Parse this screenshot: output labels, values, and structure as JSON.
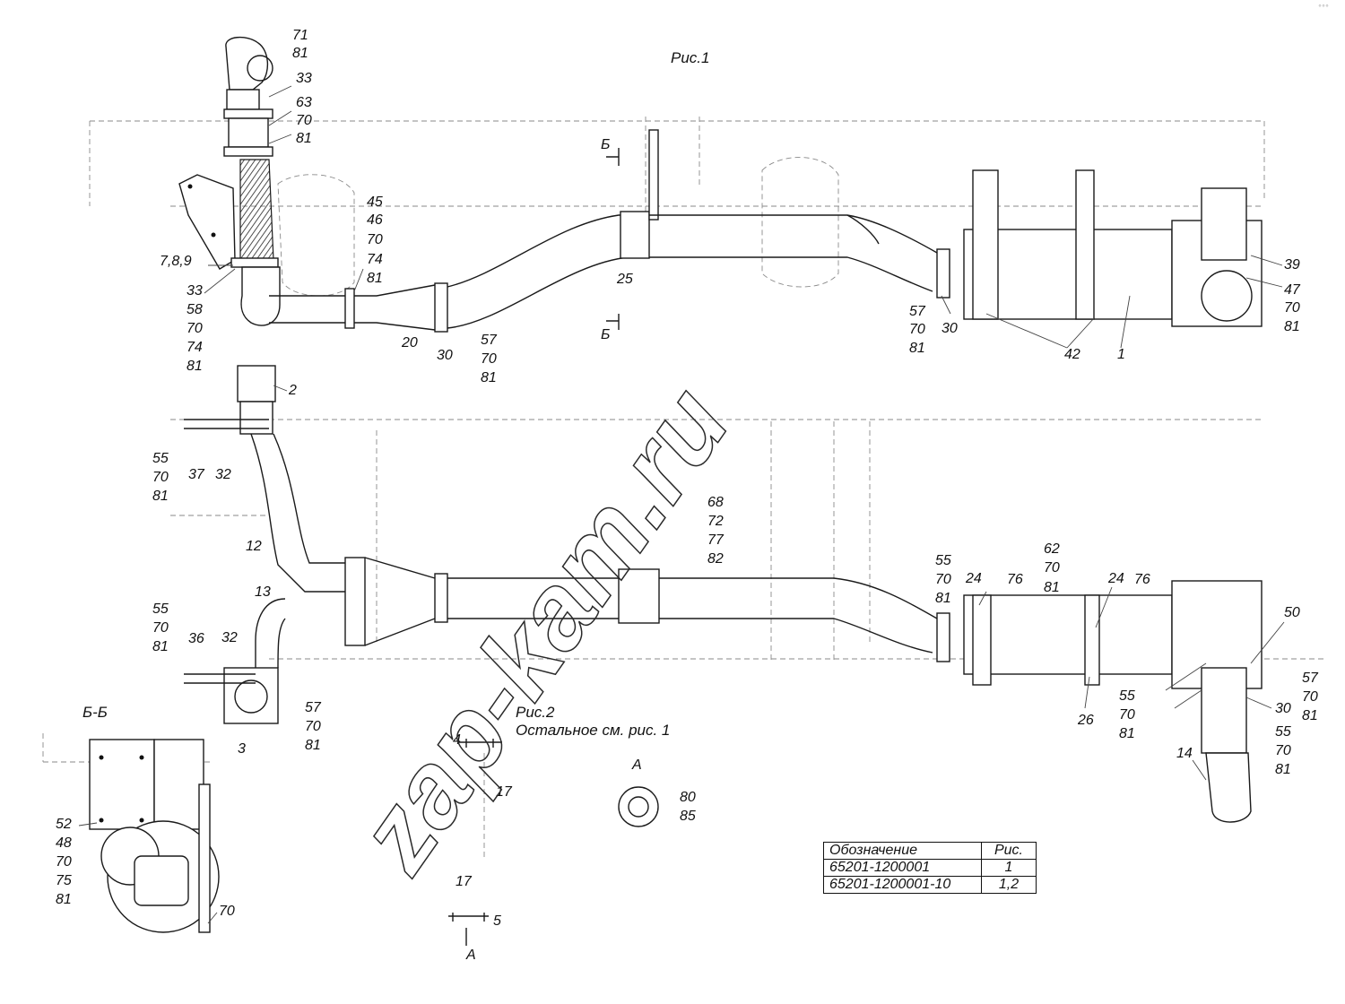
{
  "figures": {
    "fig1_title": "Рис.1",
    "fig2_title": "Рис.2",
    "fig2_note": "Остальное см. рис. 1",
    "section_title": "Б-Б"
  },
  "section_marks": {
    "top": "Б",
    "bottom": "Б",
    "view_a_top": "A",
    "view_a_bottom": "A"
  },
  "callouts_fig1": [
    "71",
    "81",
    "33",
    "63",
    "70",
    "81",
    "45",
    "46",
    "70",
    "74",
    "81",
    "7,8,9",
    "33",
    "58",
    "70",
    "74",
    "81",
    "20",
    "30",
    "57",
    "70",
    "81",
    "25",
    "57",
    "70",
    "81",
    "30",
    "42",
    "1",
    "39",
    "47",
    "70",
    "81"
  ],
  "callouts_fig2": [
    "2",
    "55",
    "70",
    "81",
    "37",
    "32",
    "12",
    "13",
    "55",
    "70",
    "81",
    "36",
    "32",
    "57",
    "70",
    "81",
    "3",
    "68",
    "72",
    "77",
    "82",
    "4",
    "17",
    "17",
    "5",
    "80",
    "85",
    "55",
    "70",
    "81",
    "24",
    "76",
    "62",
    "70",
    "81",
    "24",
    "76",
    "26",
    "50",
    "55",
    "70",
    "81",
    "57",
    "70",
    "81",
    "30",
    "55",
    "70",
    "81",
    "14"
  ],
  "callouts_section": [
    "52",
    "48",
    "70",
    "75",
    "81",
    "70"
  ],
  "watermark": "zap-kam.ru",
  "table": {
    "header": [
      "Обозначение",
      "Рис."
    ],
    "rows": [
      [
        "65201-1200001",
        "1"
      ],
      [
        "65201-1200001-10",
        "1,2"
      ]
    ]
  },
  "corner_mark": "°°°"
}
